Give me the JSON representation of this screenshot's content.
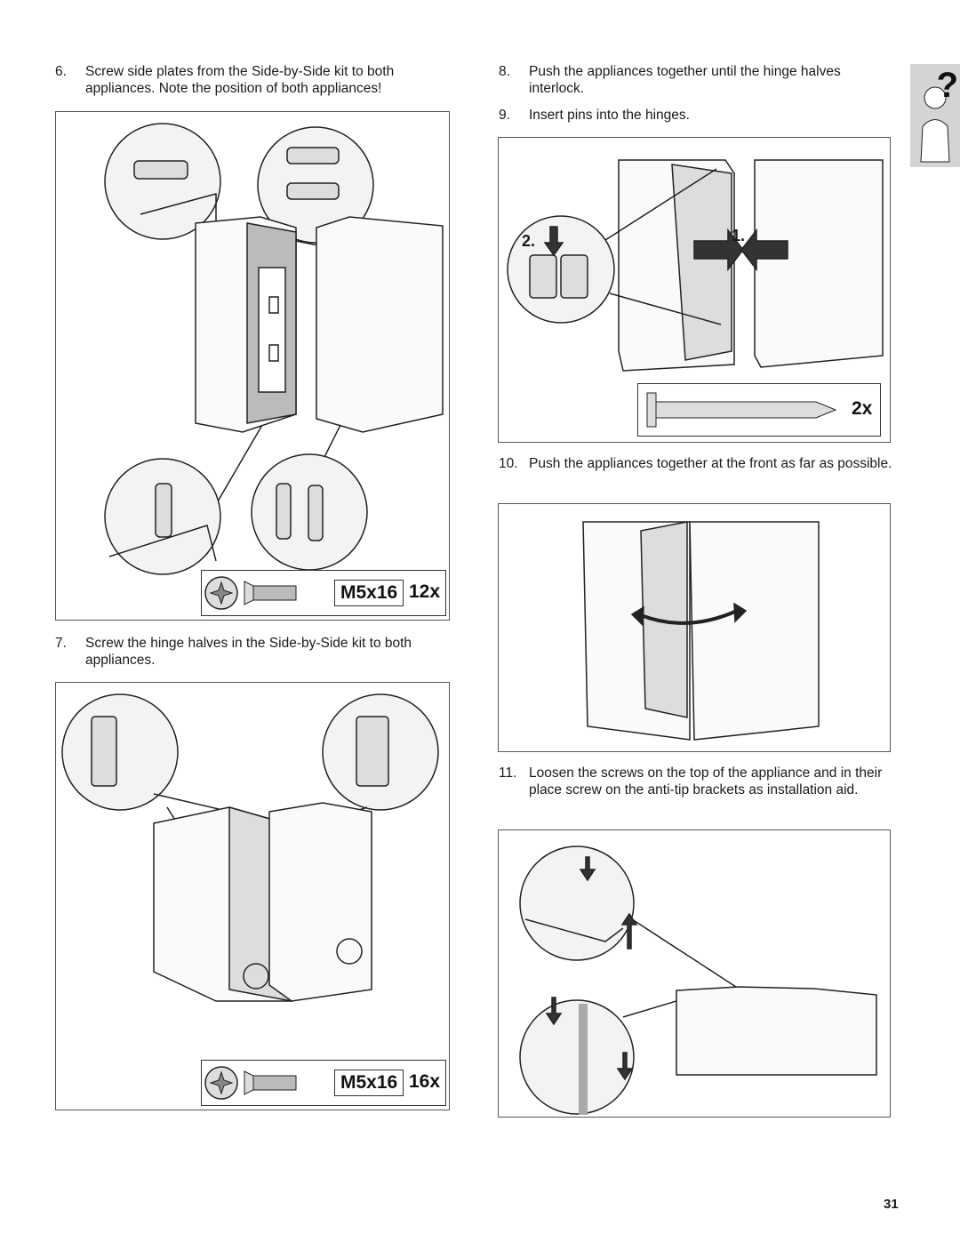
{
  "steps": [
    {
      "number": "6.",
      "text": "Screw side plates from the Side-by-Side kit to both appliances. Note the position of both appliances!"
    },
    {
      "number": "7.",
      "text": "Screw the hinge halves in the Side-by-Side kit to both appliances."
    },
    {
      "number": "8.",
      "text": "Push the appliances together until the hinge halves interlock."
    },
    {
      "number": "9.",
      "text": "Insert pins into the hinges."
    },
    {
      "number": "10.",
      "text": "Push the appliances together at the front as far as possible."
    },
    {
      "number": "11.",
      "text": "Loosen the screws on the top of the appliance and in their place screw on the anti-tip brackets as installation aid."
    }
  ],
  "specs": {
    "step6": {
      "size": "M5x16",
      "qty": "12x"
    },
    "step7": {
      "size": "M5x16",
      "qty": "16x"
    },
    "step9": {
      "qty": "2x"
    }
  },
  "labels": {
    "one": "1.",
    "two": "2."
  },
  "help_icon": "?",
  "page_number": "31",
  "icons": {
    "help": "help-person-icon",
    "screw": "torx-screw-icon",
    "pin": "hinge-pin-icon"
  }
}
